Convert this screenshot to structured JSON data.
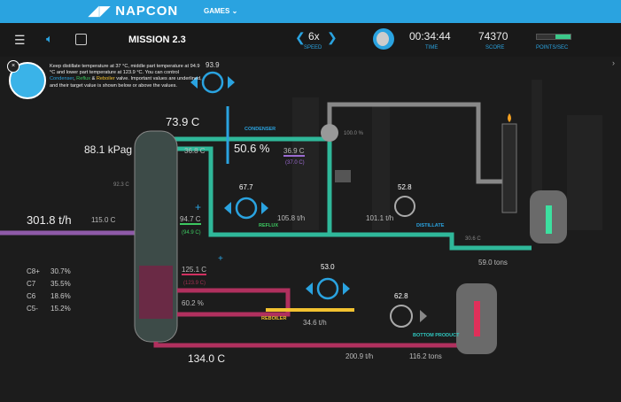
{
  "header": {
    "brand": "NAPCON",
    "games_label": "GAMES",
    "mission": "MISSION 2.3"
  },
  "toolbar": {
    "speed_value": "6x",
    "speed_label": "SPEED",
    "time_value": "00:34:44",
    "time_label": "TIME",
    "score_value": "74370",
    "score_label": "SCORE",
    "points_label": "POINTS/SEC",
    "points_fill": 0.45
  },
  "intro": {
    "text_a": "Keep distillate temperature at 37 °C, middle part temperature at 94.9 °C and lower part temperature at 123.9 °C.",
    "text_b": "You can control ",
    "condenser": "Condenser",
    "sep1": ", ",
    "reflux": "Reflux",
    "sep2": " & ",
    "reboiler": "Reboiler",
    "text_c": " valve. Important values are underlined, and their target value is shown below or above the values."
  },
  "process": {
    "feed_flow": "301.8 t/h",
    "feed_temp": "115.0 C",
    "top_temp": "73.9 C",
    "pressure": "88.1 kPag",
    "condenser_valve": "93.9",
    "condenser_label": "CONDENSER",
    "condenser_pct": "50.6 %",
    "accum_level": "100.0 %",
    "distillate_temp": "36.9 C",
    "distillate_target": "(37.0 C)",
    "reflux_temp": "36.8 C",
    "tray_temp": "92.3 C",
    "reflux_valve": "67.7",
    "reflux_label": "REFLUX",
    "reflux_flow": "105.8 t/h",
    "distillate_flow": "101.1 t/h",
    "distillate_valve": "52.8",
    "distillate_label": "DISTILLATE",
    "dist_tank_temp": "30.6 C",
    "dist_tank_amount": "59.0 tons",
    "mid_temp": "94.7 C",
    "mid_target": "(94.9 C)",
    "low_temp": "125.1 C",
    "low_target": "(123.9 C)",
    "bottom_level": "60.2 %",
    "reboiler_valve": "53.0",
    "reboiler_label": "REBOILER",
    "reboiler_flow": "34.6 t/h",
    "bottom_temp": "134.0 C",
    "bottom_flow": "200.9 t/h",
    "bottom_valve": "62.8",
    "bottom_label": "BOTTOM PRODUCT",
    "bottom_tank_amount": "116.2 tons"
  },
  "composition": [
    {
      "name": "C8+",
      "value": "30.7%"
    },
    {
      "name": "C7",
      "value": "35.5%"
    },
    {
      "name": "C6",
      "value": "18.6%"
    },
    {
      "name": "C5-",
      "value": "15.2%"
    }
  ],
  "colors": {
    "brand": "#2aa3e0",
    "teal": "#2fb89a",
    "feed": "#8e5aa8",
    "bottom": "#b0305e",
    "reboiler": "#f2c230"
  }
}
